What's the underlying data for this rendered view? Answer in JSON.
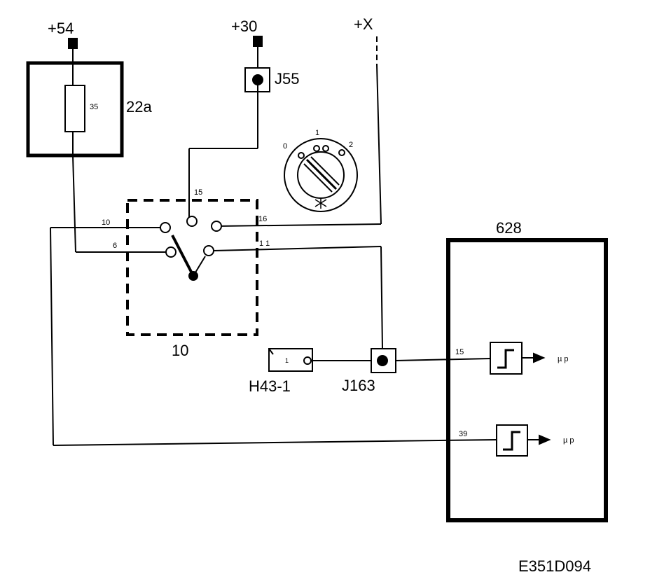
{
  "terminals": {
    "t54": "+54",
    "t30": "+30",
    "tx": "+X"
  },
  "components": {
    "fuse_box": "22a",
    "fuse_rating": "35",
    "connector_j55": "J55",
    "switch": "10",
    "module": "628",
    "connector_j163": "J163",
    "connector_h43": "H43-1",
    "h43_pin": "1"
  },
  "pins": {
    "p10": "10",
    "p6": "6",
    "p15": "15",
    "p16": "16",
    "p11": "1 1",
    "m15": "15",
    "m39": "39"
  },
  "rotary_switch": {
    "pos0": "0",
    "pos1": "1",
    "pos2": "2"
  },
  "outputs": {
    "out1": "µ p",
    "out2": "µ p"
  },
  "diagram_code": "E351D094"
}
